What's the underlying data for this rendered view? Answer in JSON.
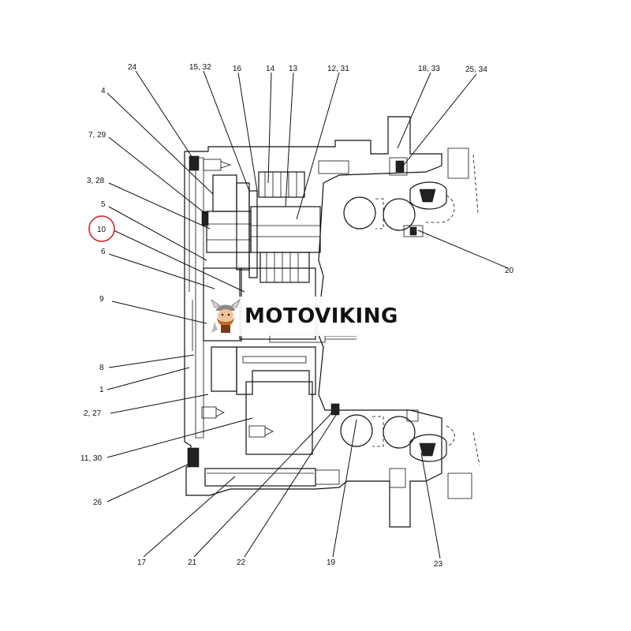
{
  "brand": {
    "watermark_text": "MOTOVIKING",
    "logo_icon": "viking-mascot-icon"
  },
  "highlight": {
    "label": "10",
    "ring_color": "#d0262c"
  },
  "callouts": [
    {
      "label": "24"
    },
    {
      "label": "15, 32"
    },
    {
      "label": "16"
    },
    {
      "label": "14"
    },
    {
      "label": "13"
    },
    {
      "label": "12, 31"
    },
    {
      "label": "18, 33"
    },
    {
      "label": "25, 34"
    },
    {
      "label": "4"
    },
    {
      "label": "7, 29"
    },
    {
      "label": "3, 28"
    },
    {
      "label": "5"
    },
    {
      "label": "10"
    },
    {
      "label": "6"
    },
    {
      "label": "9"
    },
    {
      "label": "8"
    },
    {
      "label": "1"
    },
    {
      "label": "2, 27"
    },
    {
      "label": "11, 30"
    },
    {
      "label": "26"
    },
    {
      "label": "17"
    },
    {
      "label": "21"
    },
    {
      "label": "22"
    },
    {
      "label": "19"
    },
    {
      "label": "23"
    },
    {
      "label": "20"
    }
  ]
}
